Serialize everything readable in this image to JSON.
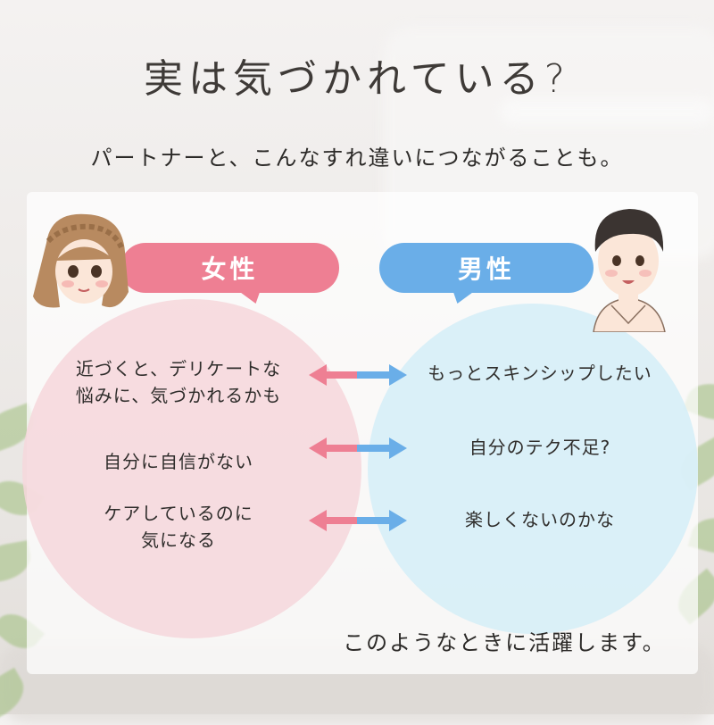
{
  "title": "実は気づかれている?",
  "subtitle": "パートナーと、こんなすれ違いにつながることも。",
  "female": {
    "label": "女性",
    "items": [
      "近づくと、デリケートな",
      "悩みに、気づかれるかも",
      "自分に自信がない",
      "ケアしているのに",
      "気になる"
    ]
  },
  "male": {
    "label": "男性",
    "items": [
      "もっとスキンシップしたい",
      "自分のテク不足?",
      "楽しくないのかな"
    ]
  },
  "footer": "このようなときに活躍します。",
  "colors": {
    "female_accent": "#ee7f93",
    "male_accent": "#6aaee8",
    "female_circle": "#f6d7dc",
    "male_circle": "#d6eef7"
  }
}
